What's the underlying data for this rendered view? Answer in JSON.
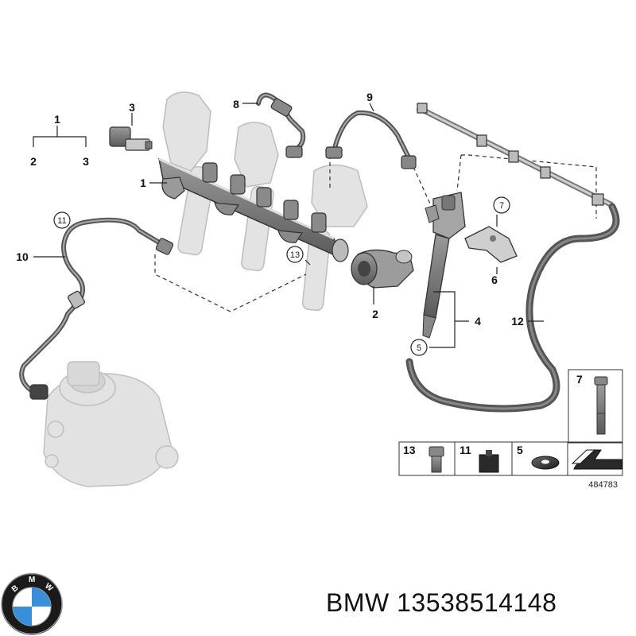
{
  "callouts": {
    "c1_top": "1",
    "c2_top": "2",
    "c3_top": "3",
    "c3": "3",
    "c1": "1",
    "c8": "8",
    "c9": "9",
    "c11": "11",
    "c10": "10",
    "c13": "13",
    "c2": "2",
    "c7": "7",
    "c6": "6",
    "c4": "4",
    "c5": "5",
    "c12": "12"
  },
  "legend": {
    "i7": "7",
    "i13": "13",
    "i11": "11",
    "i5": "5",
    "ref": "484783"
  },
  "brand_caption": "BMW 13538514148",
  "logo_letters": "BMW",
  "colors": {
    "ghost_part": "#d9d9d9",
    "hose": "#555555",
    "logo_blue": "#3a8fd8"
  }
}
